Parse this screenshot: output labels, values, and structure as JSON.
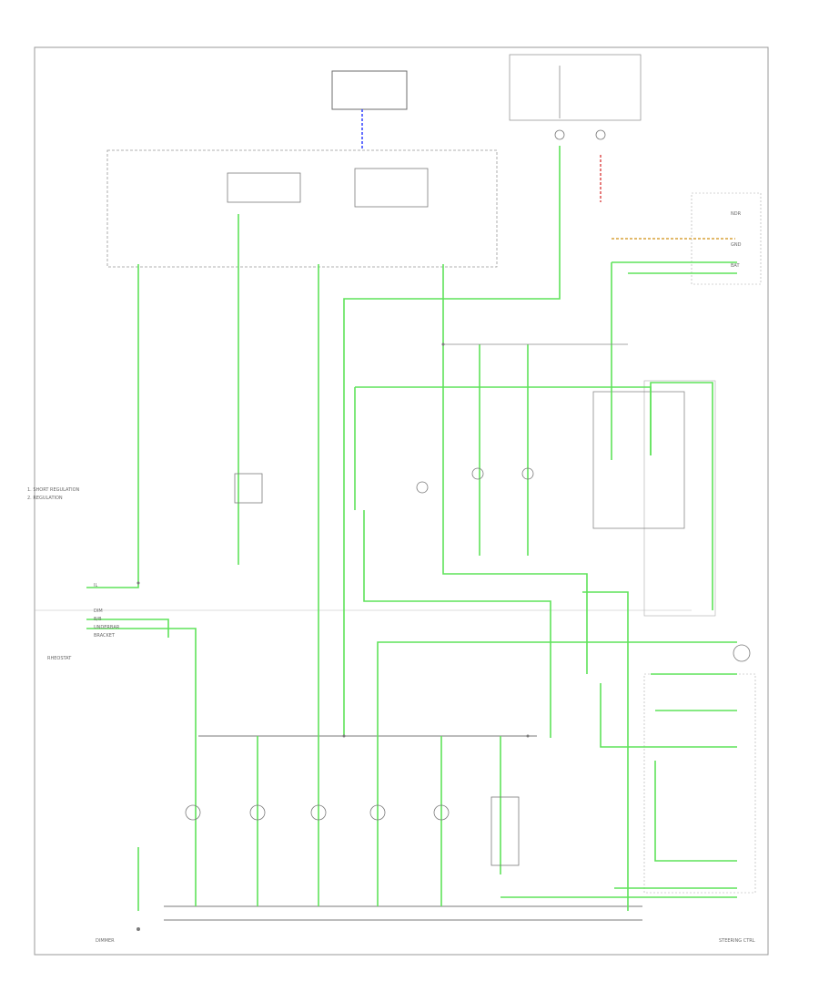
{
  "labels": {
    "left_legend_1": "1. SHORT REGULATION",
    "left_legend_2": "2. REGULATION",
    "left_connector": "RHEOSTAT",
    "left_pins": [
      "IL",
      "DIM",
      "B/B",
      "UNDERBAR",
      "BRACKET"
    ],
    "right_pins": [
      "NDR",
      "GND",
      "BAT"
    ],
    "bottom_ground": "DIMMER",
    "bottom_right_block": "STEERING CTRL"
  },
  "colors": {
    "wire_green": "#5fe35a",
    "wire_blue": "#3c4bff",
    "wire_red": "#e05a5a",
    "wire_orange": "#d9a23a",
    "box_line": "#6e6e6e",
    "dashed_box": "#999999",
    "background": "#ffffff"
  }
}
